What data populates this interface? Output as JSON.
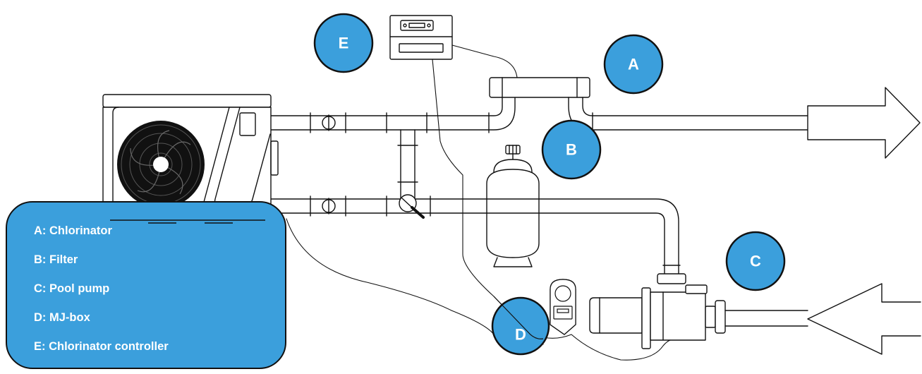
{
  "colors": {
    "accent_blue": "#3b9fdc",
    "outline": "#111111",
    "label_text": "#ffffff"
  },
  "badges": {
    "a": "A",
    "b": "B",
    "c": "C",
    "d": "D",
    "e": "E"
  },
  "legend": {
    "items": [
      "A: Chlorinator",
      "B: Filter",
      "C: Pool pump",
      "D: MJ-box",
      "E: Chlorinator controller"
    ]
  },
  "icons": [
    "heat-pump-icon",
    "fan-icon",
    "valve-icon",
    "filter-tank-icon",
    "pump-motor-icon",
    "chlorinator-cell-icon",
    "controller-box-icon",
    "mj-box-icon",
    "flow-arrow-icon"
  ]
}
